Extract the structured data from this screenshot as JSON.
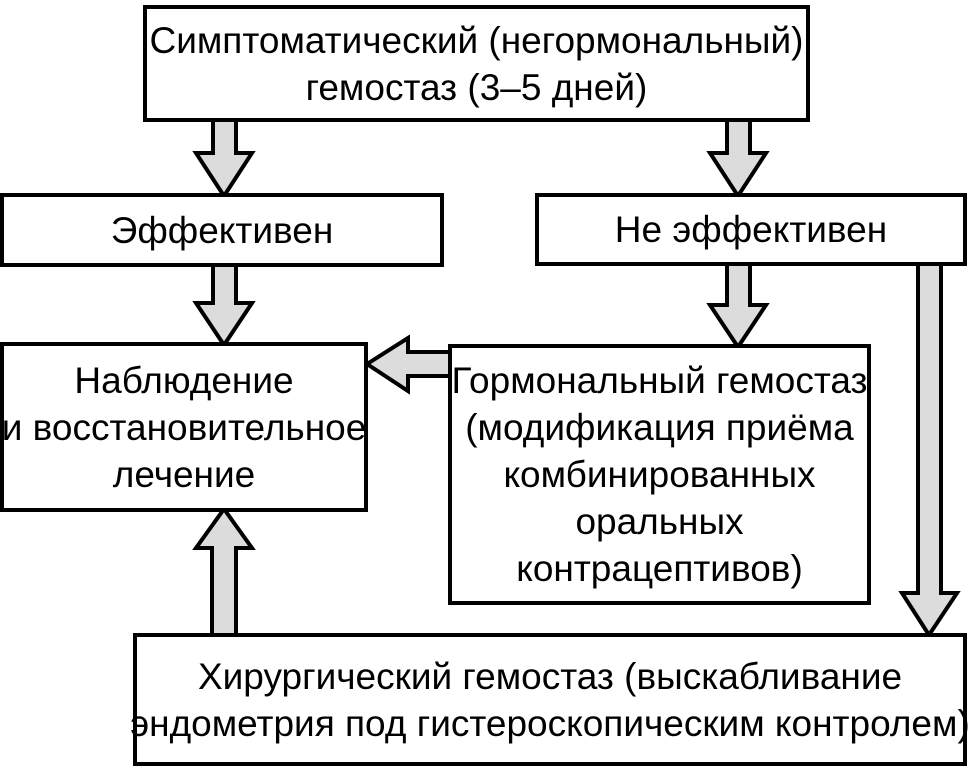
{
  "boxes": {
    "symptomatic": "Симптоматический (негормональный)\nгемостаз (3–5 дней)",
    "effective": "Эффективен",
    "not_effective": "Не эффективен",
    "observation": "Наблюдение\nи восстановительное\nлечение",
    "hormonal": "Гормональный гемостаз\n(модификация приёма\nкомбинированных\nоральных\nконтрацептивов)",
    "surgical": "Хирургический гемостаз (выскабливание\nэндометрия под гистероскопическим контролем)"
  },
  "arrows": [
    {
      "name": "symptomatic-to-effective",
      "from": "symptomatic",
      "to": "effective",
      "direction": "down"
    },
    {
      "name": "symptomatic-to-not-effective",
      "from": "symptomatic",
      "to": "not_effective",
      "direction": "down"
    },
    {
      "name": "effective-to-observation",
      "from": "effective",
      "to": "observation",
      "direction": "down"
    },
    {
      "name": "not-effective-to-hormonal",
      "from": "not_effective",
      "to": "hormonal",
      "direction": "down"
    },
    {
      "name": "hormonal-to-observation",
      "from": "hormonal",
      "to": "observation",
      "direction": "left"
    },
    {
      "name": "not-effective-to-surgical",
      "from": "not_effective",
      "to": "surgical",
      "direction": "down"
    },
    {
      "name": "surgical-to-observation",
      "from": "surgical",
      "to": "observation",
      "direction": "up"
    }
  ],
  "colors": {
    "arrow_fill": "#dcdcdc",
    "outline": "#000000",
    "box_bg": "#ffffff",
    "text": "#000000",
    "page_bg": "#ffffff"
  }
}
